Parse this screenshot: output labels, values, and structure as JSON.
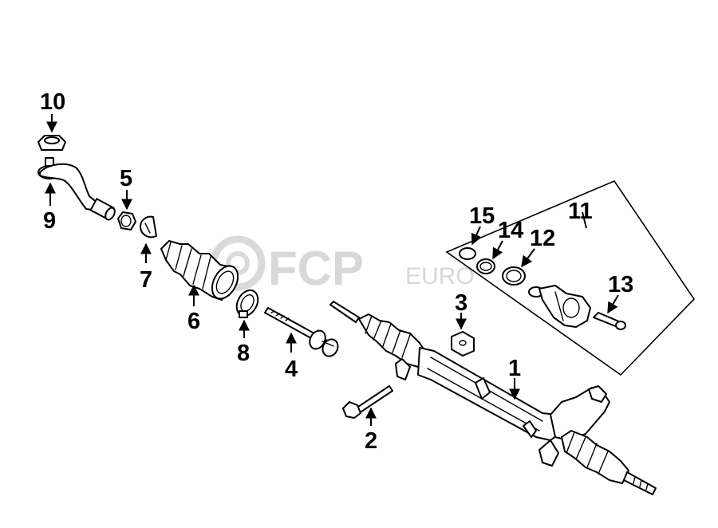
{
  "watermark": {
    "brand": "FCP",
    "suffix": "EURO"
  },
  "callouts": {
    "c1": "1",
    "c2": "2",
    "c3": "3",
    "c4": "4",
    "c5": "5",
    "c6": "6",
    "c7": "7",
    "c8": "8",
    "c9": "9",
    "c10": "10",
    "c11": "11",
    "c12": "12",
    "c13": "13",
    "c14": "14",
    "c15": "15"
  }
}
